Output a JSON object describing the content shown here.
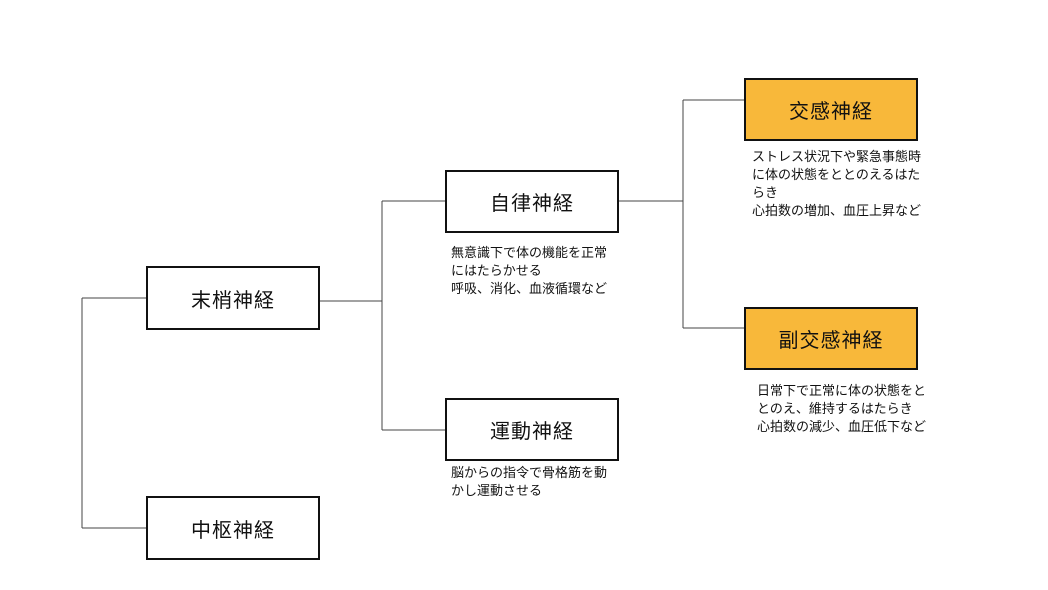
{
  "colors": {
    "accent": "#f8b83a",
    "border": "#111111",
    "line": "#444444"
  },
  "nodes": {
    "peripheral": {
      "label": "末梢神経"
    },
    "central": {
      "label": "中枢神経"
    },
    "autonomic": {
      "label": "自律神経",
      "desc": [
        "無意識下で体の機能を正常",
        "にはたらかせる",
        "呼吸、消化、血液循環など"
      ]
    },
    "motor": {
      "label": "運動神経",
      "desc": [
        "脳からの指令で骨格筋を動",
        "かし運動させる"
      ]
    },
    "sympathetic": {
      "label": "交感神経",
      "desc": [
        "ストレス状況下や緊急事態時",
        "に体の状態をととのえるはた",
        "らき",
        "心拍数の増加、血圧上昇など"
      ]
    },
    "parasympathetic": {
      "label": "副交感神経",
      "desc": [
        "日常下で正常に体の状態をと",
        "とのえ、維持するはたらき",
        "心拍数の減少、血圧低下など"
      ]
    }
  }
}
